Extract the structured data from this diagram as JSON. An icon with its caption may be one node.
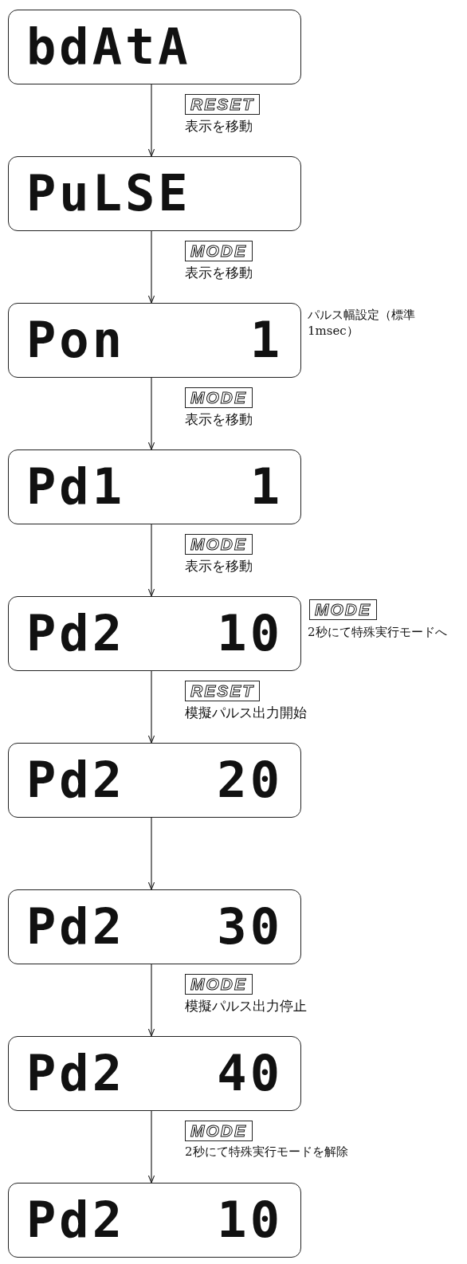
{
  "diagram": {
    "nodes": [
      {
        "text": [
          "bdAtA"
        ]
      },
      {
        "text": [
          "PuLSE"
        ]
      },
      {
        "text": [
          "Pon",
          "1"
        ],
        "beside": [
          "パルス幅設定（標準1msec）"
        ]
      },
      {
        "text": [
          "Pd1",
          "1"
        ]
      },
      {
        "text": [
          "Pd2",
          "10"
        ],
        "beside": [
          "MODE",
          "2秒にて特殊実行モードへ"
        ]
      },
      {
        "text": [
          "Pd2",
          "20"
        ]
      },
      {
        "text": [
          "Pd2",
          "30"
        ]
      },
      {
        "text": [
          "Pd2",
          "40"
        ]
      },
      {
        "text": [
          "Pd2",
          "10"
        ]
      }
    ],
    "edges": [
      {
        "from": 0,
        "to": 1,
        "arrow": "to",
        "label": "表示を移動"
      },
      {
        "from": 1,
        "to": 2,
        "arrow": "to",
        "label": "表示を移動"
      },
      {
        "from": 2,
        "to": 3,
        "arrow": "to",
        "label": "表示を移動"
      },
      {
        "from": 3,
        "to": 4,
        "arrow": "to",
        "label": "表示を移動"
      },
      {
        "from": 4,
        "to": 5,
        "arrow": "to",
        "label": "模擬パルス出力開始"
      },
      {
        "from": 5,
        "to": 6,
        "arrow": "to"
      },
      {
        "from": 6,
        "to": 7,
        "arrow": "to",
        "label": "模擬パルス出力停止"
      },
      {
        "from": 7,
        "to": 8,
        "arrow": "to",
        "label": "2秒にて特殊実行モードを解除"
      }
    ],
    "labels": [
      "RESET",
      "MODE",
      "MODE",
      "MODE",
      "RESET",
      "MODE",
      "MODE"
    ]
  }
}
